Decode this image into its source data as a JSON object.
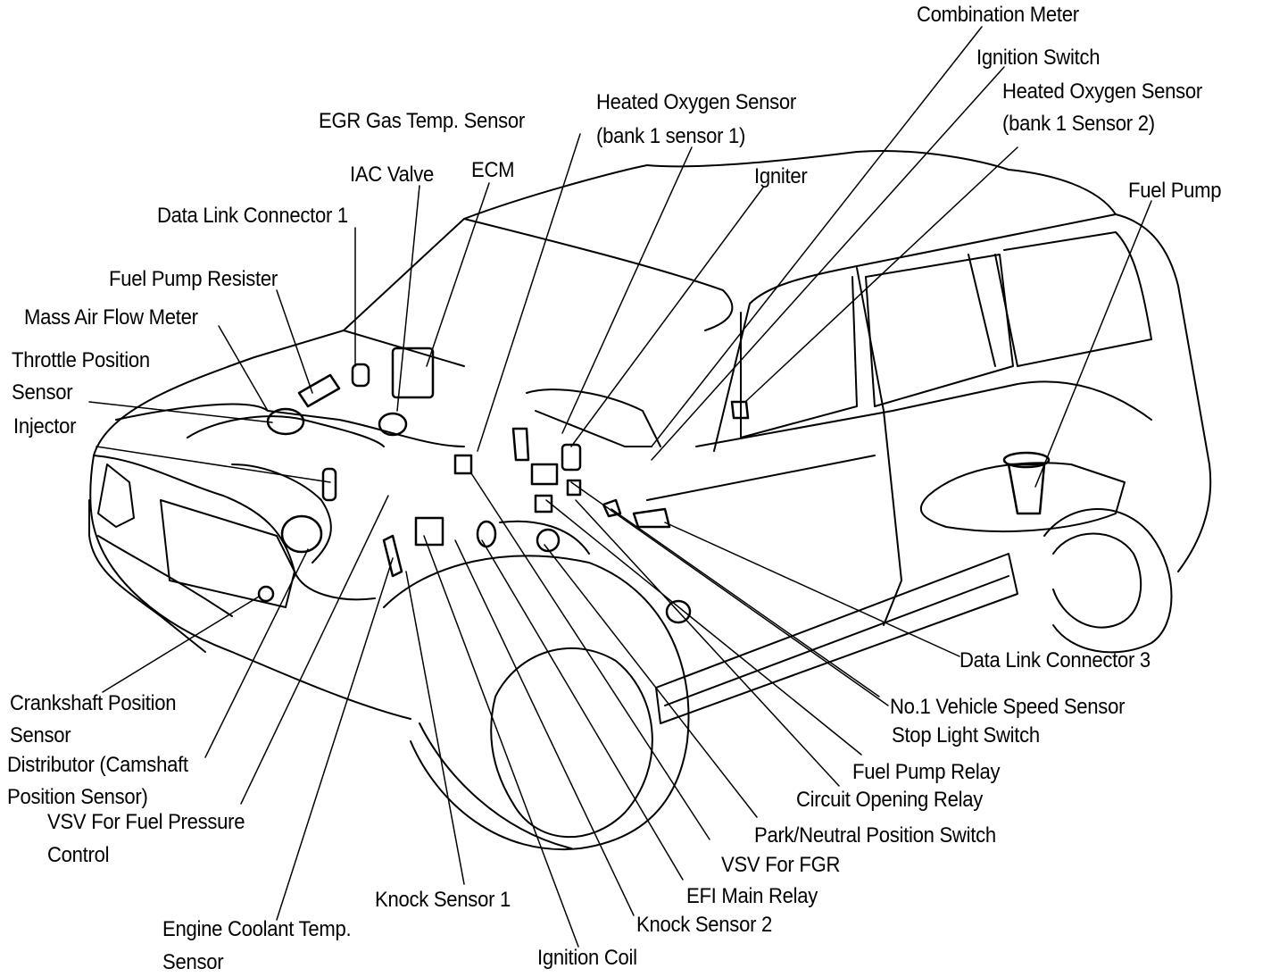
{
  "diagram": {
    "subject": "Vehicle engine control component locations",
    "colors": {
      "ink": "#000000",
      "background": "#ffffff"
    },
    "labels": {
      "combination_meter": "Combination  Meter",
      "ignition_switch": "Ignition Switch",
      "heated_o2_b1s1_line1": "Heated  Oxygen  Sensor",
      "heated_o2_b1s1_line2": "(bank 1 sensor 1)",
      "heated_o2_b1s2_line1": "Heated Oxygen Sensor",
      "heated_o2_b1s2_line2": "(bank 1 Sensor 2)",
      "egr_gas_temp_sensor": "EGR Gas Temp. Sensor",
      "iac_valve": "IAC Valve",
      "ecm": "ECM",
      "igniter": "Igniter",
      "fuel_pump": "Fuel Pump",
      "data_link_connector_1": "Data Link Connector 1",
      "fuel_pump_resister": "Fuel Pump Resister",
      "mass_air_flow_meter": "Mass Air Flow Meter",
      "throttle_position_line1": "Throttle  Position",
      "throttle_position_line2": "Sensor",
      "injector": "Injector",
      "crankshaft_position_line1": "Crankshaft  Position",
      "crankshaft_position_line2": "Sensor",
      "distributor_line1": "Distributor  (Camshaft",
      "distributor_line2": "Position Sensor)",
      "vsv_fuel_pressure_line1": "VSV For Fuel Pressure",
      "vsv_fuel_pressure_line2": "Control",
      "engine_coolant_line1": "Engine  Coolant  Temp.",
      "engine_coolant_line2": "Sensor",
      "knock_sensor_1": "Knock Sensor 1",
      "ignition_coil": "Ignition Coil",
      "knock_sensor_2": "Knock Sensor 2",
      "efi_main_relay": "EFI Main Relay",
      "vsv_for_fgr": "VSV For FGR",
      "park_neutral_switch": "Park/Neutral Position Switch",
      "circuit_opening_relay": "Circuit Opening Relay",
      "fuel_pump_relay": "Fuel Pump Relay",
      "stop_light_switch": "Stop Light Switch",
      "vehicle_speed_sensor": "No.1  Vehicle Speed Sensor",
      "data_link_connector_3": "Data Link Connector 3"
    }
  }
}
